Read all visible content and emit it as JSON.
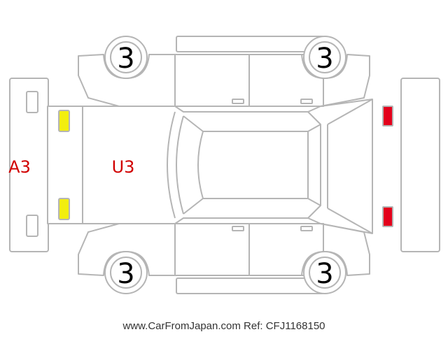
{
  "labels": {
    "front_bumper": "A3",
    "hood": "U3",
    "wheel_front_left": "3",
    "wheel_rear_left": "3",
    "wheel_front_right": "3",
    "wheel_rear_right": "3"
  },
  "footer": {
    "text": "www.CarFromJapan.com Ref: CFJ1168150"
  },
  "colors": {
    "outline": "#b5b5b5",
    "label_red": "#d10000",
    "front_lights": "#f2ee0f",
    "rear_lights": "#e3001b"
  }
}
